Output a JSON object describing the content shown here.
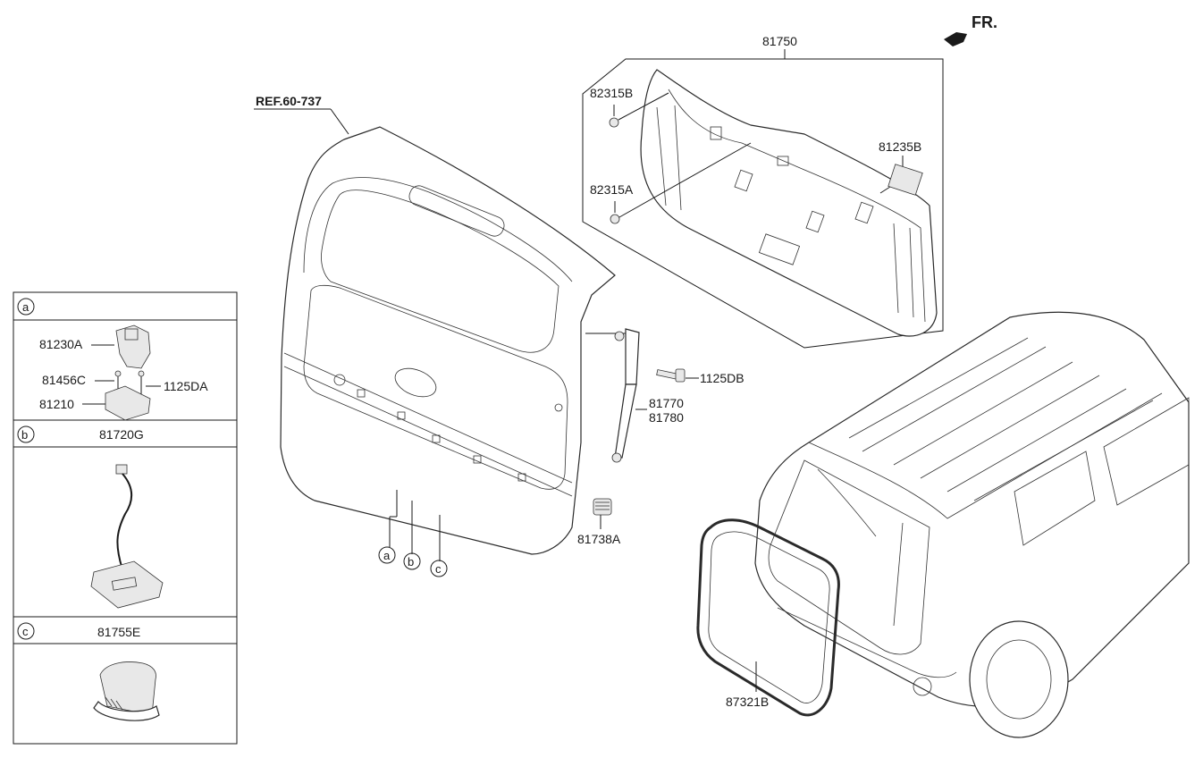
{
  "direction": {
    "label": "FR."
  },
  "reference": {
    "label": "REF.60-737"
  },
  "parts": {
    "trim_panel": "81750",
    "clip_b": "82315B",
    "clip_a": "82315A",
    "handle": "81235B",
    "bolt_db": "1125DB",
    "lift_1": "81770",
    "lift_2": "81780",
    "bumper": "81738A",
    "weatherstrip": "87321B"
  },
  "callouts": [
    "a",
    "b",
    "c"
  ],
  "legend": {
    "sections": [
      {
        "letter": "a",
        "title": "",
        "labels": [
          "81230A",
          "81456C",
          "1125DA",
          "81210"
        ]
      },
      {
        "letter": "b",
        "title": "81720G"
      },
      {
        "letter": "c",
        "title": "81755E"
      }
    ]
  }
}
